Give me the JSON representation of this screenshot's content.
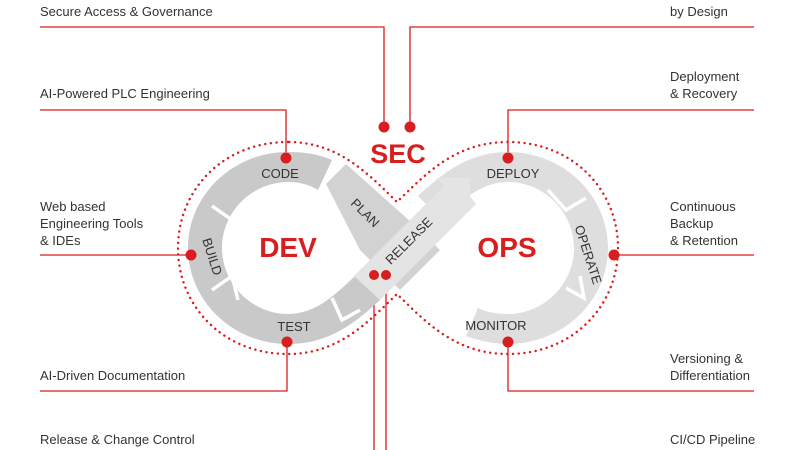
{
  "colors": {
    "accent": "#d81e1e",
    "text": "#333333",
    "band_dark": "#c9c9c9",
    "band_light": "#dedede",
    "line": "#d81e1e"
  },
  "center": {
    "sec": "SEC",
    "dev": "DEV",
    "ops": "OPS"
  },
  "stages": {
    "code": "CODE",
    "build": "BUILD",
    "test": "TEST",
    "plan": "PLAN",
    "release": "RELEASE",
    "deploy": "DEPLOY",
    "operate": "OPERATE",
    "monitor": "MONITOR"
  },
  "callouts_left": [
    "Secure Access & Governance",
    "AI-Powered PLC Engineering",
    "Web based\nEngineering Tools\n& IDEs",
    "AI-Driven Documentation",
    "Release & Change Control"
  ],
  "callouts_right": [
    "by Design",
    "Deployment\n& Recovery",
    "Continuous\nBackup\n& Retention",
    "Versioning &\nDifferentiation",
    "CI/CD Pipeline"
  ]
}
